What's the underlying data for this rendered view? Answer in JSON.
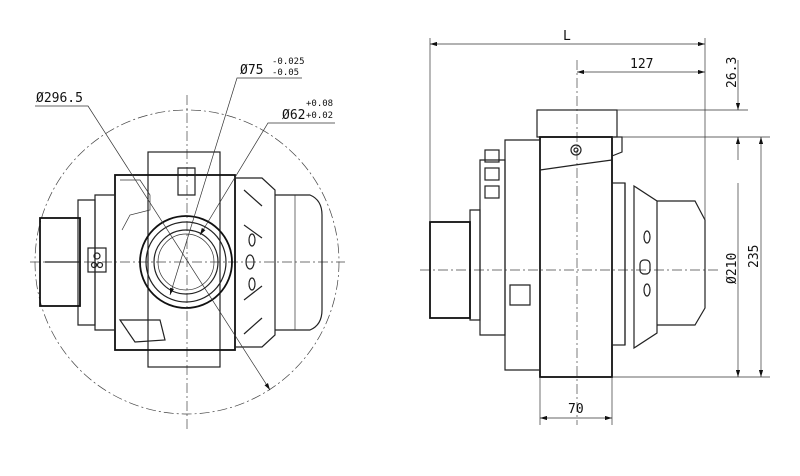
{
  "front_view": {
    "dia_outer": "Ø296.5",
    "dia_75": "Ø75",
    "dia_75_tol_upper": "-0.025",
    "dia_75_tol_lower": "-0.05",
    "dia_62": "Ø62",
    "dia_62_tol_upper": "+0.08",
    "dia_62_tol_lower": "+0.02"
  },
  "side_view": {
    "length": "L",
    "dim_127": "127",
    "dim_26_3": "26.3",
    "dim_210": "Ø210",
    "dim_235": "235",
    "dim_70": "70"
  }
}
